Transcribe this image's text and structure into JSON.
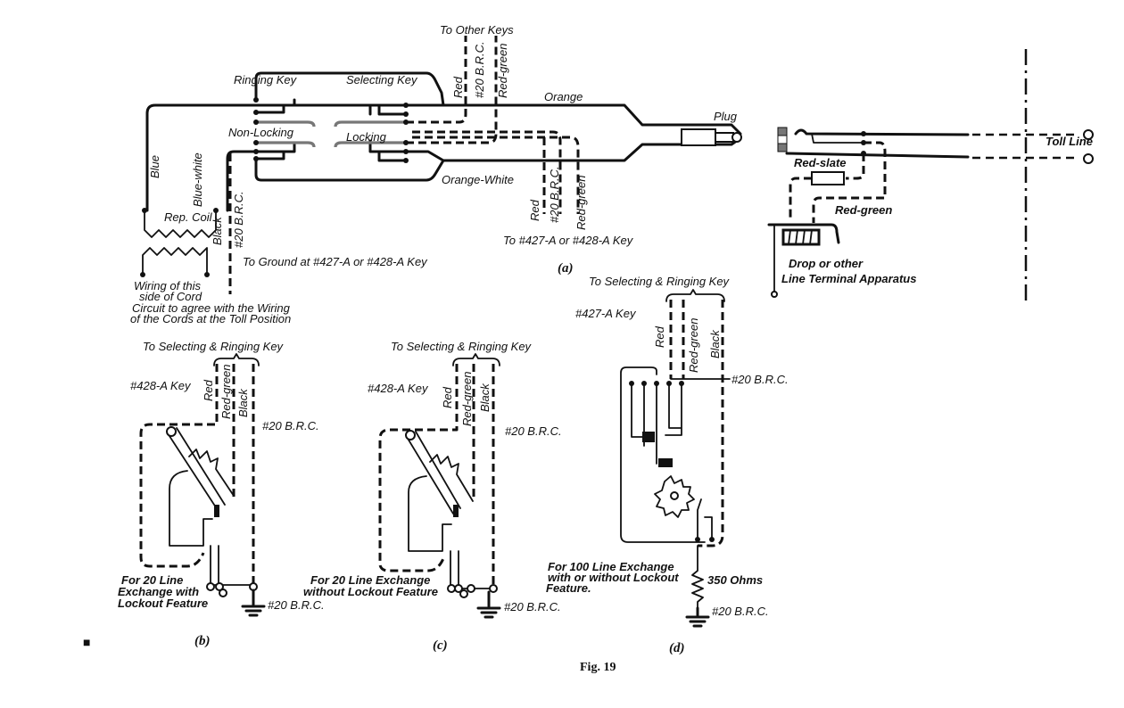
{
  "figure": {
    "caption": "Fig. 19",
    "page_mark": "■",
    "subfigures": {
      "a": {
        "label": "(a)",
        "labels": {
          "to_other_keys": "To Other Keys",
          "ringing_key": "Ringing Key",
          "selecting_key": "Selecting Key",
          "non_locking": "Non-Locking",
          "locking": "Locking",
          "orange": "Orange",
          "orange_white": "Orange-White",
          "plug": "Plug",
          "blue": "Blue",
          "blue_white": "Blue-white",
          "black": "Black",
          "brc_20": "#20 B.R.C.",
          "red": "Red",
          "red_green": "Red-green",
          "rep_coil": "Rep. Coil",
          "to_ground": "To Ground at #427-A or #428-A Key",
          "to_key": "To #427-A or #428-A Key",
          "wiring_note": [
            "Wiring of this",
            "side of Cord",
            "Circuit to agree with the Wiring",
            "of the Cords at the Toll Position"
          ],
          "toll_line": "Toll Line",
          "red_slate": "Red-slate",
          "red_green_right": "Red-green",
          "drop_note": [
            "Drop or other",
            "Line Terminal Apparatus"
          ]
        }
      },
      "b": {
        "label": "(b)",
        "labels": {
          "to_keys": "To Selecting & Ringing Key",
          "key_name": "#428-A Key",
          "red": "Red",
          "red_green": "Red-green",
          "black": "Black",
          "brc_top": "#20 B.R.C.",
          "brc_ground": "#20 B.R.C.",
          "note": [
            "For 20 Line",
            "Exchange with",
            "Lockout Feature"
          ]
        }
      },
      "c": {
        "label": "(c)",
        "labels": {
          "to_keys": "To Selecting & Ringing Key",
          "key_name": "#428-A Key",
          "red": "Red",
          "red_green": "Red-green",
          "black": "Black",
          "brc_top": "#20 B.R.C.",
          "brc_ground": "#20 B.R.C.",
          "note": [
            "For 20 Line Exchange",
            "without Lockout Feature"
          ]
        }
      },
      "d": {
        "label": "(d)",
        "labels": {
          "to_keys": "To Selecting & Ringing Key",
          "key_name": "#427-A Key",
          "red": "Red",
          "red_green": "Red-green",
          "black": "Black",
          "brc_top": "#20 B.R.C.",
          "brc_ground": "#20 B.R.C.",
          "resistance": "350 Ohms",
          "note": [
            "For 100 Line Exchange",
            "with or without Lockout",
            "Feature."
          ]
        }
      }
    }
  }
}
